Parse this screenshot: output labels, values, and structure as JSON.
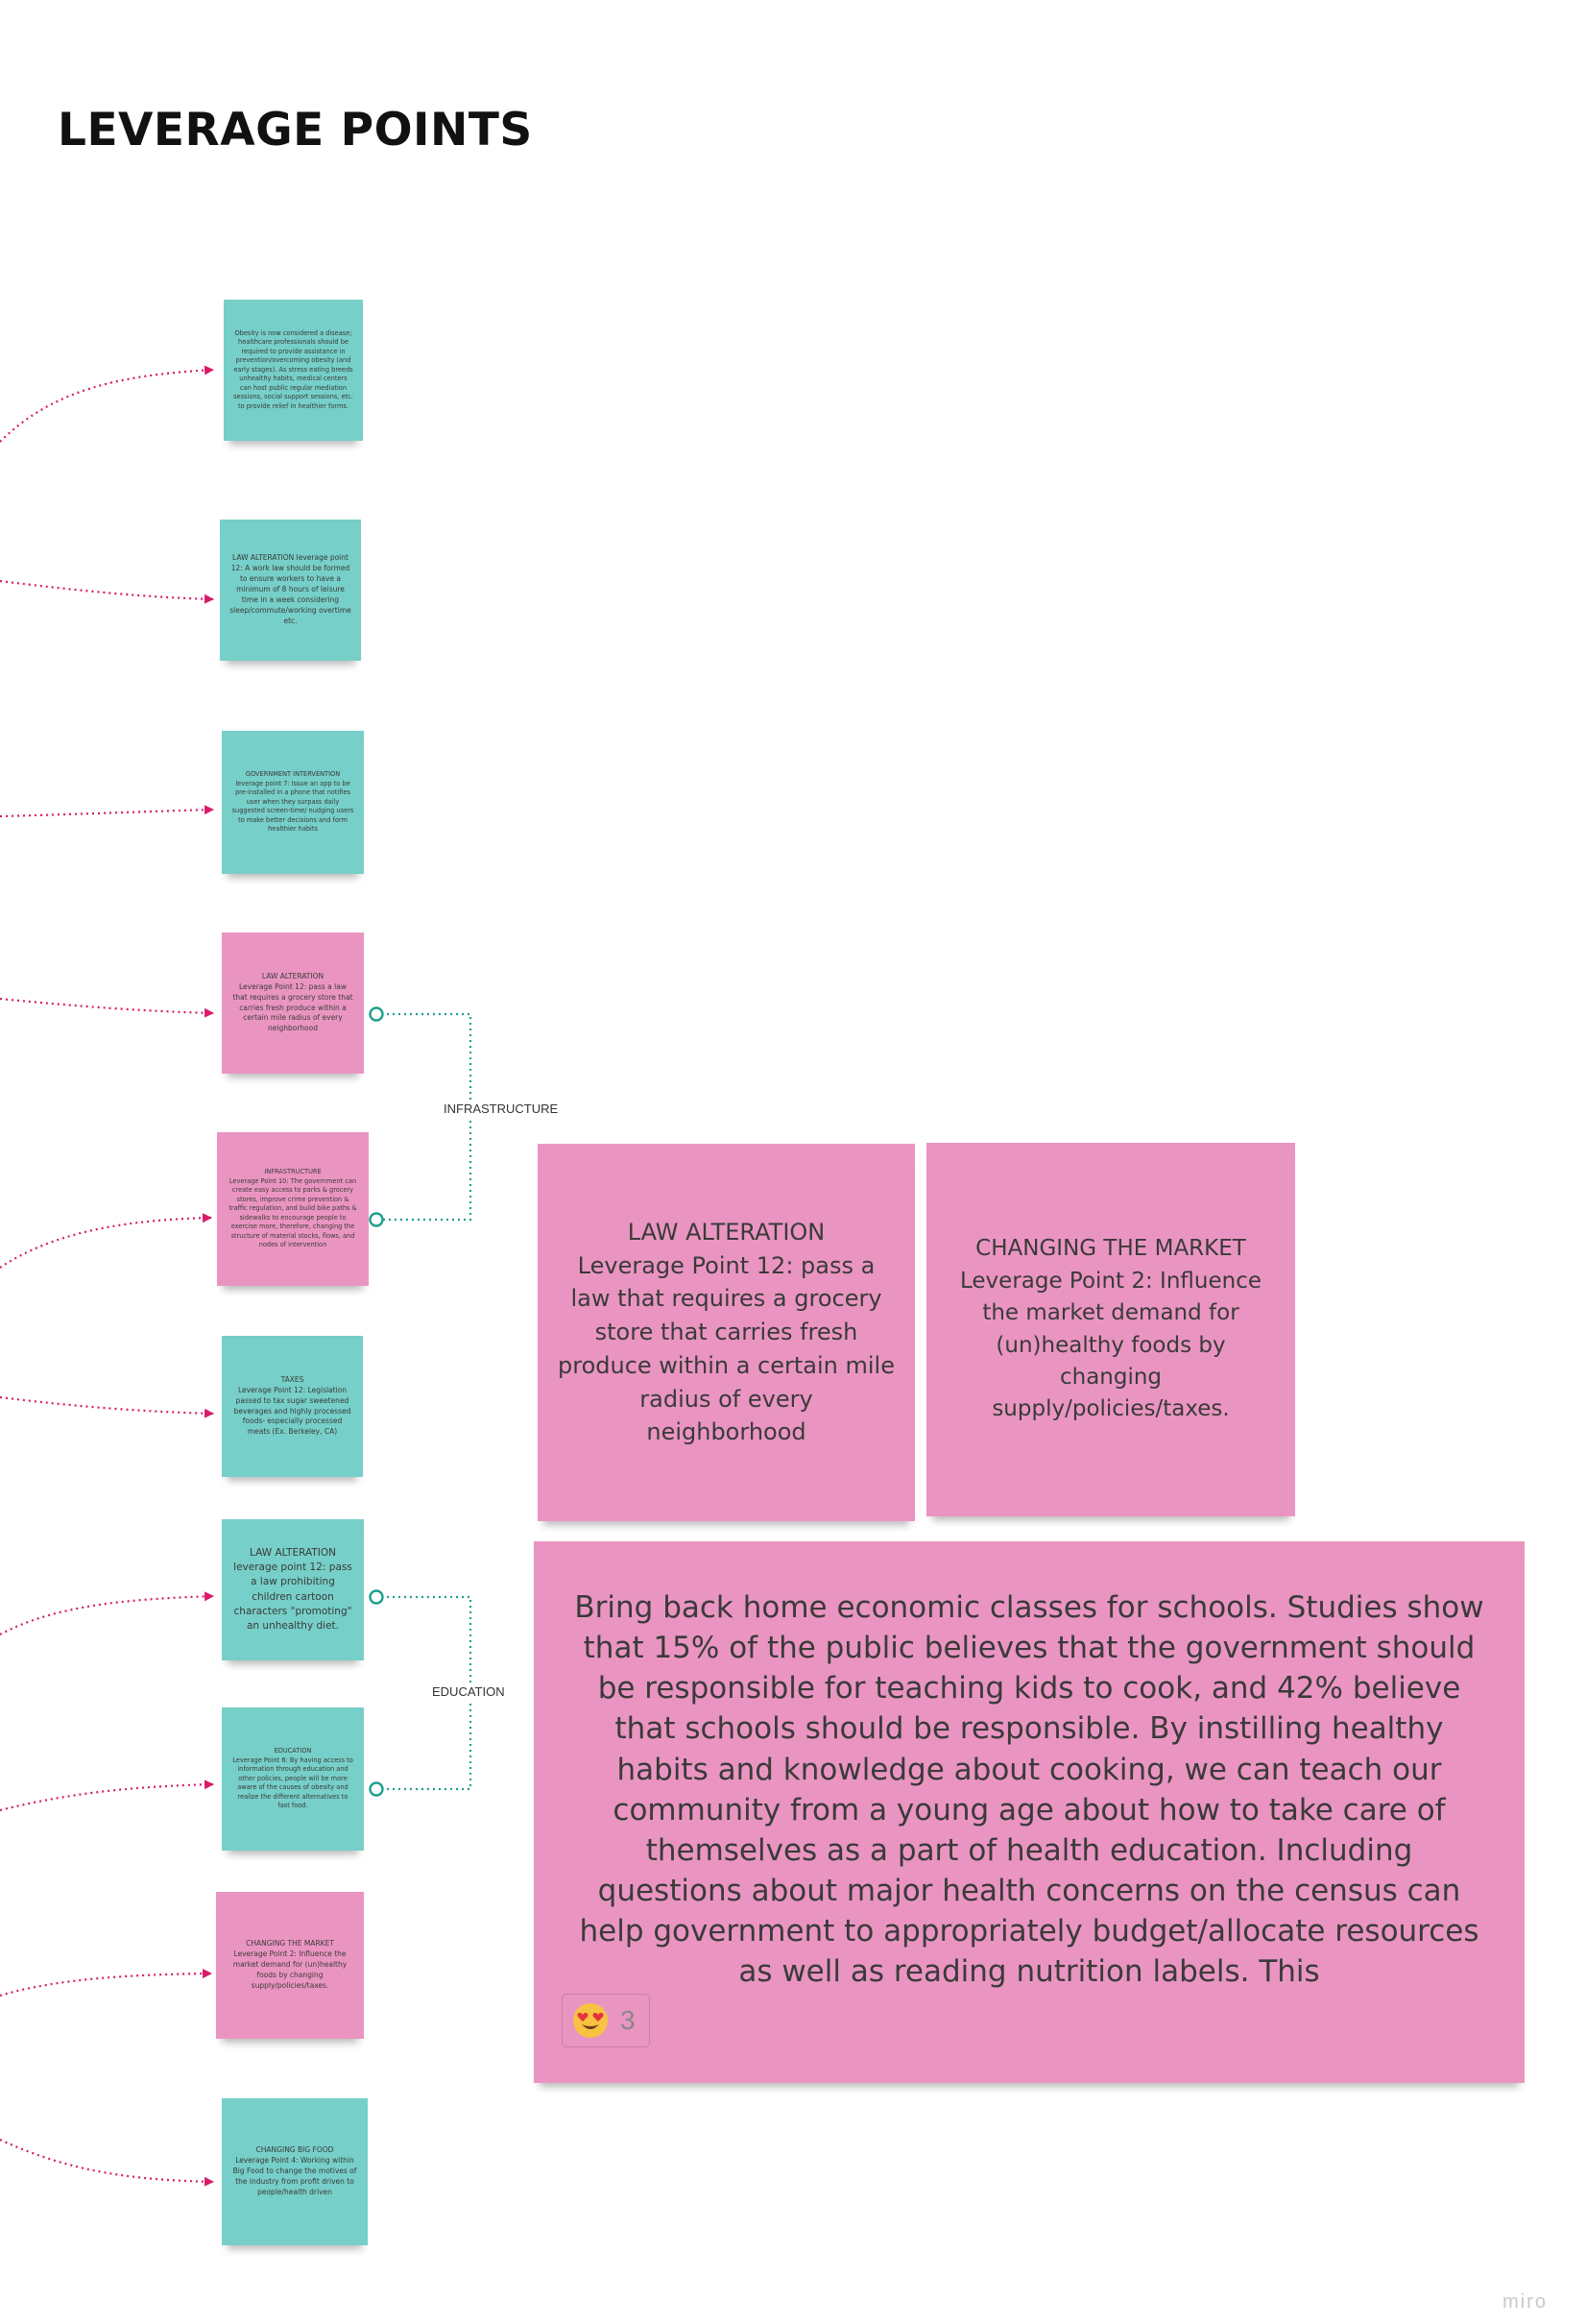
{
  "title": "LEVERAGE POINTS",
  "notes": [
    {
      "color": "teal",
      "text": "Obesity is now considered a disease; healthcare professionals should be required to provide assistance in prevention/overcoming obesity (and early stages). As stress eating breeds unhealthy habits, medical centers can host public regular mediation sessions, social support sessions, etc. to provide relief in healthier forms."
    },
    {
      "color": "teal",
      "text": "LAW ALTERATION leverage point 12: A work law should be formed to ensure workers to have a minimum of 8 hours of leisure time in a week considering sleep/commute/working overtime etc."
    },
    {
      "color": "teal",
      "text": "GOVERNMENT INTERVENTION leverage point 7: Issue an app to be pre-installed in a phone that notifies user when they surpass daily suggested screen-time/ nudging users to make better decisions and form healthier habits"
    },
    {
      "color": "pink",
      "text": "LAW ALTERATION\nLeverage Point 12: pass a law that requires a grocery store that carries fresh produce within a certain mile radius of every neighborhood"
    },
    {
      "color": "pink",
      "text": "INFRASTRUCTURE\nLeverage Point 10: The government can create easy access to parks & grocery stores, improve crime prevention & traffic regulation, and build bike paths & sidewalks to encourage people to exercise more, therefore, changing the structure of material stocks, flows, and nodes of intervention"
    },
    {
      "color": "teal",
      "text": "TAXES\nLeverage Point 12: Legislation passed to tax sugar sweetened beverages and highly processed foods- especially processed meats (Ex. Berkeley, CA)"
    },
    {
      "color": "teal",
      "text": "LAW ALTERATION leverage point 12: pass a law prohibiting children cartoon characters \"promoting\" an unhealthy diet."
    },
    {
      "color": "teal",
      "text": "EDUCATION\nLeverage Point 6: By having access to information through education and other policies, people will be more aware of the causes of obesity and realize the different alternatives to fast food."
    },
    {
      "color": "pink",
      "text": "CHANGING THE MARKET\nLeverage Point 2: Influence the market demand for (un)healthy foods by changing supply/policies/taxes."
    },
    {
      "color": "teal",
      "text": "CHANGING BIG FOOD\nLeverage Point 4: Working within Big Food to change the motives of the industry from profit driven to people/health driven"
    },
    {
      "color": "pink",
      "text": "LAW ALTERATION\nLeverage Point 12: pass a law that requires a grocery store that carries fresh produce within a certain mile radius of every neighborhood"
    },
    {
      "color": "pink",
      "text": "CHANGING THE MARKET\nLeverage Point 2: Influence the market demand for (un)healthy foods by changing supply/policies/taxes."
    },
    {
      "color": "pink",
      "text": "Bring back home economic classes for schools. Studies show that 15% of the public believes that the government should be responsible for teaching kids to cook, and 42% believe that schools should be responsible. By instilling healthy habits and knowledge about cooking, we can teach our community from a young age about how to take care of themselves as a part of health education. Including questions about major health concerns  on the census can help government to appropriately budget/allocate resources as well as reading nutrition labels. This"
    }
  ],
  "groups": {
    "infrastructure": "INFRASTRUCTURE",
    "education": "EDUCATION"
  },
  "reaction": {
    "emoji": "heart-eyes-emoji",
    "count": "3"
  },
  "brand": "miro",
  "colors": {
    "teal_note": "#76cfc8",
    "pink_note": "#ea95c1",
    "arrow": "#d81b6b",
    "group_connector": "#1fa08e"
  }
}
